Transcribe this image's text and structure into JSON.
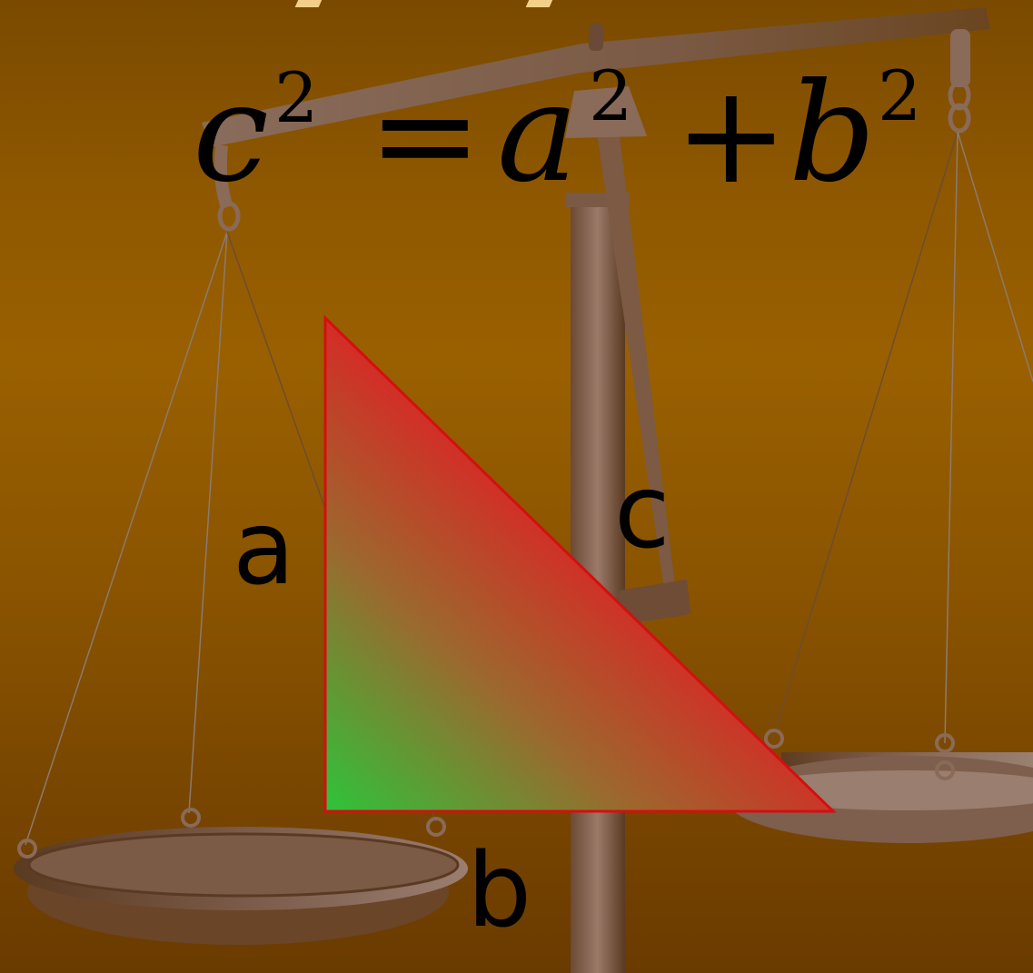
{
  "equation": {
    "lhs_var": "c",
    "lhs_exp": "2",
    "equals": "=",
    "term1_var": "a",
    "term1_exp": "2",
    "plus": "+",
    "term2_var": "b",
    "term2_exp": "2"
  },
  "triangle_labels": {
    "side_a": "a",
    "side_b": "b",
    "side_c": "c"
  },
  "colors": {
    "background": "#8f5800",
    "scale_metal": "#8a6a5a",
    "triangle_hypotenuse": "#ee1122",
    "triangle_right_angle": "#2dc43a",
    "title_fragment": "#f3d089"
  },
  "icons": [
    "balance-scale-icon",
    "right-triangle-icon"
  ]
}
